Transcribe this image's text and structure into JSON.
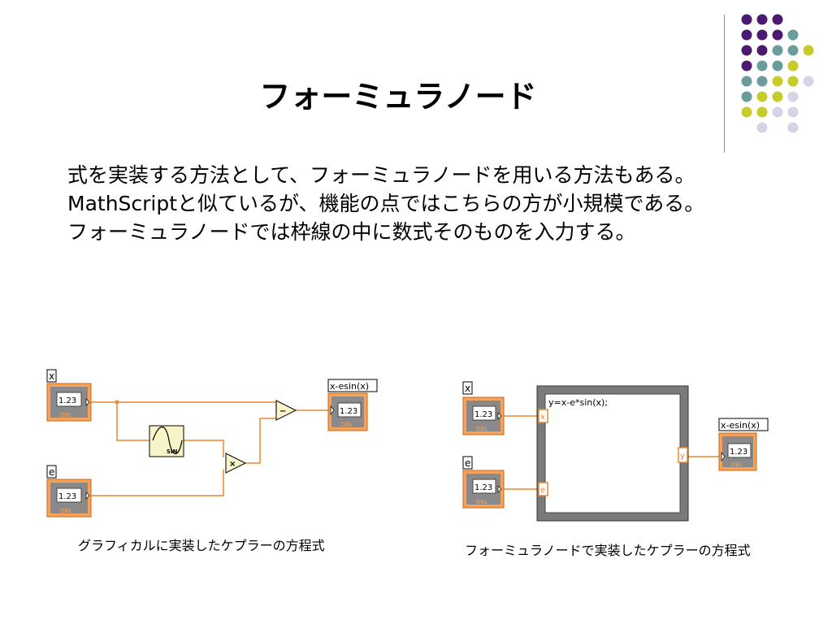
{
  "slide": {
    "title": "フォーミュラノード",
    "paragraphs": [
      "　式を実装する方法として、フォーミュラノードを用いる方法もある。",
      "　MathScriptと似ているが、機能の点ではこちらの方が小規模である。",
      "　フォーミュラノードでは枠線の中に数式そのものを入力する。"
    ]
  },
  "left_diagram": {
    "input_x_label": "x",
    "input_e_label": "e",
    "output_label": "x-esin(x)",
    "numeric_text": "1.23",
    "dbl_tag": "DBL",
    "sin_label": "SIN",
    "multiply_symbol": "×",
    "subtract_symbol": "−",
    "caption": "グラフィカルに実装したケプラーの方程式"
  },
  "right_diagram": {
    "input_x_label": "x",
    "input_e_label": "e",
    "output_label": "x-esin(x)",
    "numeric_text": "1.23",
    "dbl_tag": "DBL",
    "formula": "y=x-e*sin(x);",
    "terminal_x": "x",
    "terminal_e": "e",
    "terminal_y": "y",
    "caption": "フォーミュラノードで実装したケプラーの方程式"
  },
  "theme": {
    "dot_purple": "#4b1a6e",
    "dot_teal": "#6a9c9a",
    "dot_yellow": "#c8cc2a",
    "dot_lavender": "#d4d4e6",
    "labview_orange": "#f0923a",
    "frame_gray": "#7a7a7a"
  }
}
